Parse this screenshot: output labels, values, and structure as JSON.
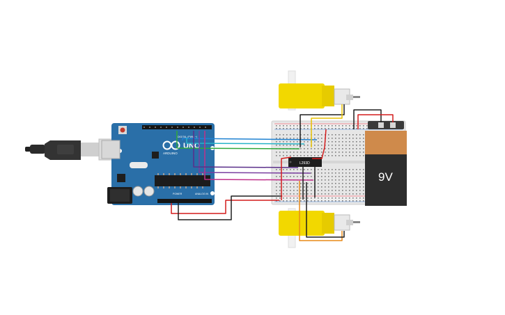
{
  "arduino": {
    "brand": "ARDUINO",
    "model": "UNO",
    "digital_header_label": "DIGITAL (PWM ~)",
    "power_header_label": "POWER",
    "analog_header_label": "ANALOG IN"
  },
  "driver_chip": {
    "label": "L293D"
  },
  "battery": {
    "label": "9V"
  },
  "colors": {
    "board": "#2a6fa8",
    "motor_yellow": "#f2d800",
    "battery_copper": "#cf8a4b",
    "battery_black": "#2d2d2d",
    "breadboard": "#e6e6e6",
    "wire_red": "#d41c1c",
    "wire_black": "#1e1e1e",
    "wire_blue": "#1f82d2",
    "wire_cyan": "#26b3c8",
    "wire_green": "#2fa83a",
    "wire_purple": "#7a3fa0",
    "wire_magenta": "#c0308a",
    "wire_orange": "#e88a18",
    "wire_yellow": "#e8c200"
  }
}
